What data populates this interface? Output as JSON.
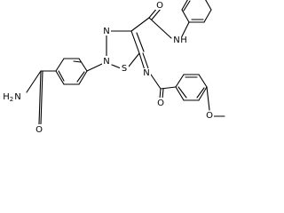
{
  "atom_labels": {
    "n_ring_top": "N",
    "n_ring_2": "N",
    "s_ring": "S",
    "n_imine": "N",
    "o_amide_top": "O",
    "nh_amide": "N",
    "h_amide": "H",
    "o_benzoyl": "O",
    "o_methoxy": "O",
    "h2n_label": "H",
    "h2n_sub": "2",
    "h2n_n": "N",
    "o_carbamoyl": "O"
  }
}
